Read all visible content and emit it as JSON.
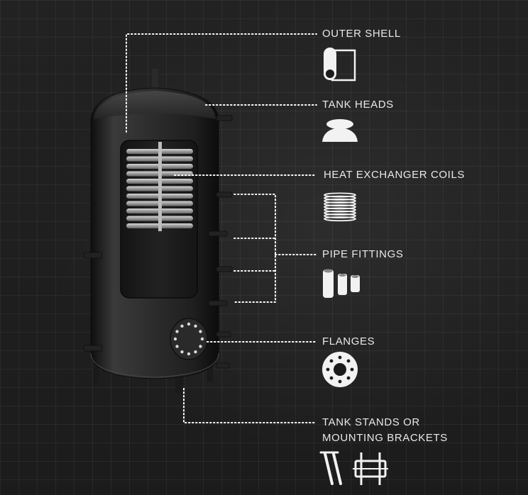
{
  "labels": {
    "outer_shell": "OUTER SHELL",
    "tank_heads": "TANK HEADS",
    "heat_exchanger_coils": "HEAT EXCHANGER COILS",
    "pipe_fittings": "PIPE FITTINGS",
    "flanges": "FLANGES",
    "tank_stands_line1": "TANK STANDS OR",
    "tank_stands_line2": "MOUNTING BRACKETS"
  },
  "icons": {
    "outer_shell": "rolled-sheet-icon",
    "tank_heads": "dish-head-icon",
    "heat_exchanger_coils": "coil-icon",
    "pipe_fittings": "pipe-fittings-icon",
    "flanges": "flange-icon",
    "tank_stands": [
      "tank-legs-icon",
      "mounting-bracket-icon"
    ]
  },
  "colors": {
    "background": "#1b1b1b",
    "text": "#e9e9e9",
    "leader_line": "#ffffff",
    "tank": "#2b2b2b"
  }
}
